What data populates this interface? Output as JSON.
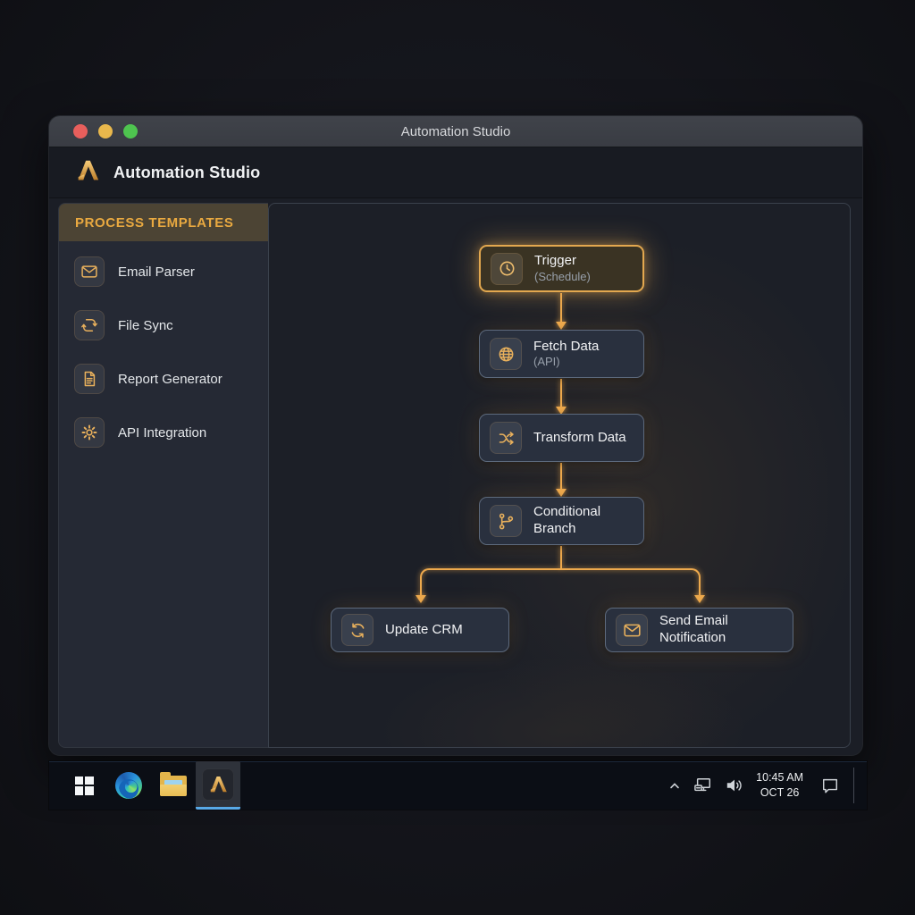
{
  "titlebar": {
    "title": "Automation Studio"
  },
  "header": {
    "title": "Automation Studio",
    "logo": "automation-studio-logo"
  },
  "sidebar": {
    "header": "PROCESS TEMPLATES",
    "items": [
      {
        "label": "Email Parser",
        "icon": "envelope-icon"
      },
      {
        "label": "File Sync",
        "icon": "sync-square-icon"
      },
      {
        "label": "Report Generator",
        "icon": "document-icon"
      },
      {
        "label": "API Integration",
        "icon": "gear-icon"
      }
    ]
  },
  "canvas": {
    "nodes": [
      {
        "id": "trigger",
        "title": "Trigger",
        "subtitle": "(Schedule)",
        "icon": "clock-icon",
        "highlighted": true
      },
      {
        "id": "fetch-data",
        "title": "Fetch Data",
        "subtitle": "(API)",
        "icon": "globe-icon"
      },
      {
        "id": "transform-data",
        "title": "Transform Data",
        "subtitle": "",
        "icon": "shuffle-icon"
      },
      {
        "id": "conditional-branch",
        "title": "Conditional Branch",
        "subtitle": "",
        "icon": "git-branch-icon"
      },
      {
        "id": "update-crm",
        "title": "Update CRM",
        "subtitle": "",
        "icon": "refresh-icon"
      },
      {
        "id": "send-email",
        "title": "Send Email Notification",
        "subtitle": "",
        "icon": "envelope-icon"
      }
    ],
    "edges": [
      "trigger->fetch-data",
      "fetch-data->transform-data",
      "transform-data->conditional-branch",
      "conditional-branch->update-crm",
      "conditional-branch->send-email"
    ]
  },
  "taskbar": {
    "items": [
      {
        "name": "windows-start",
        "icon": "windows-logo-icon"
      },
      {
        "name": "edge-browser",
        "icon": "edge-icon"
      },
      {
        "name": "file-explorer",
        "icon": "folder-icon"
      },
      {
        "name": "automation-studio",
        "icon": "automation-studio-app-icon",
        "active": true
      }
    ],
    "tray": {
      "time": "10:45 AM",
      "date": "OCT 26",
      "icons": [
        "chevron-up-icon",
        "network-display-icon",
        "volume-icon",
        "action-center-icon"
      ]
    }
  },
  "colors": {
    "accent_amber": "#eda94d",
    "node_bg": "#29303e",
    "node_border": "#5d6a7d",
    "trigger_bg": "#3a3323",
    "trigger_border": "#e3a84f",
    "sidebar_header_bg": "#4c4434",
    "sidebar_header_text": "#e9a940",
    "taskbar_active_underline": "#58a9e7",
    "traffic_red": "#e85f5c",
    "traffic_yellow": "#e9b84c",
    "traffic_green": "#4ec44f"
  }
}
